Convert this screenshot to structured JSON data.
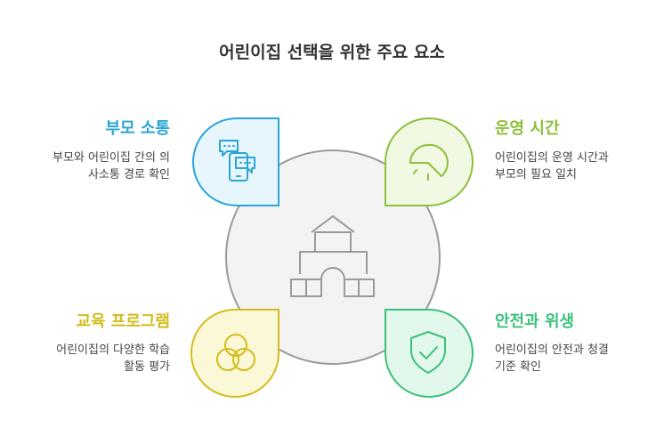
{
  "title": "어린이집 선택을 위한 주요 요소",
  "colors": {
    "communication": "#2aa5d5",
    "hours": "#8dbf3b",
    "education": "#d3bc1a",
    "safety": "#3cc079",
    "center": "#9a9a9a"
  },
  "items": {
    "communication": {
      "heading": "부모 소통",
      "desc_line1": "부모와 어린이집 간의 의",
      "desc_line2": "사소통 경로 확인",
      "icon": "chat-phone-icon"
    },
    "hours": {
      "heading": "운영 시간",
      "desc_line1": "어린이집의 운영 시간과",
      "desc_line2": "부모의 필요 일치",
      "icon": "clock-icon"
    },
    "education": {
      "heading": "교육 프로그램",
      "desc_line1": "어린이집의 다양한 학습",
      "desc_line2": "활동 평가",
      "icon": "venn-circles-icon"
    },
    "safety": {
      "heading": "안전과 위생",
      "desc_line1": "어린이집의 안전과 청결",
      "desc_line2": "기준 확인",
      "icon": "shield-check-icon"
    }
  },
  "center_icon": "school-building-icon"
}
